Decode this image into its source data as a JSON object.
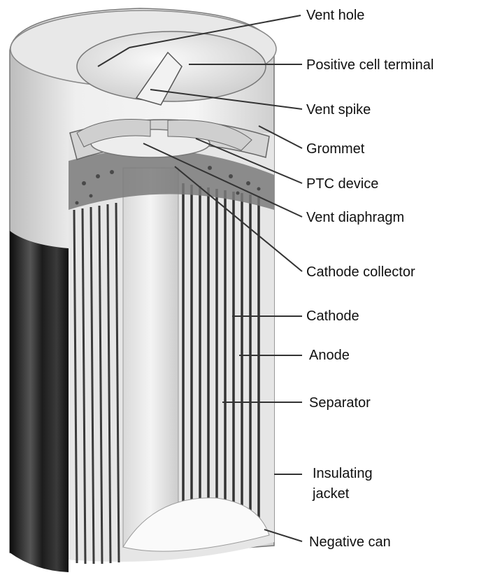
{
  "figure": {
    "labels": {
      "vent_hole": "Vent hole",
      "positive_cell_terminal": "Positive cell terminal",
      "vent_spike": "Vent spike",
      "grommet": "Grommet",
      "ptc_device": "PTC device",
      "vent_diaphragm": "Vent diaphragm",
      "cathode_collector": "Cathode collector",
      "cathode": "Cathode",
      "anode": "Anode",
      "separator": "Separator",
      "insulating_jacket_line1": "Insulating",
      "insulating_jacket_line2": "jacket",
      "negative_can": "Negative can"
    }
  }
}
